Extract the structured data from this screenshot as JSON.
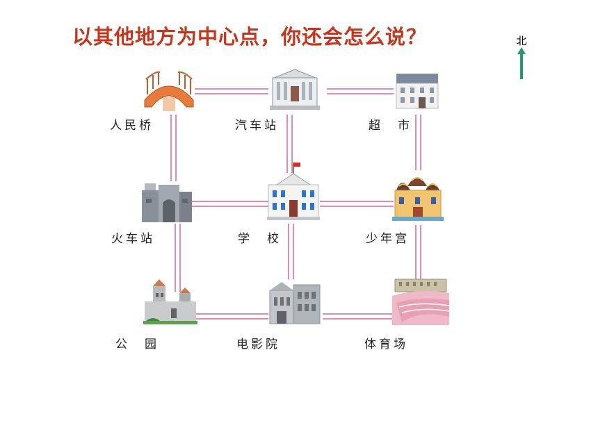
{
  "title": "以其他地方为中心点，你还会怎么说？",
  "compass": {
    "label": "北",
    "arrow_color": "#1f9a6a"
  },
  "road_color": "#e48ab4",
  "places": {
    "bridge": "人民桥",
    "bus_station": "汽车站",
    "supermarket": "超　市",
    "train_station": "火车站",
    "school": "学　校",
    "youth_palace": "少年宫",
    "park": "公　园",
    "cinema": "电影院",
    "stadium": "体育场"
  }
}
